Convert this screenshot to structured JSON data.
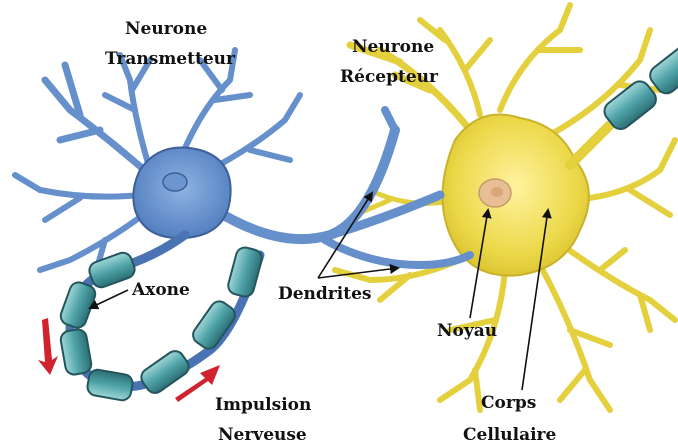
{
  "labels": {
    "transmitter_line1": "Neurone",
    "transmitter_line2": "Transmetteur",
    "receiver_line1": "Neurone",
    "receiver_line2": "Récepteur",
    "axon": "Axone",
    "dendrites": "Dendrites",
    "nucleus": "Noyau",
    "cell_body_line1": "Corps",
    "cell_body_line2": "Cellulaire",
    "impulse_line1": "Impulsion",
    "impulse_line2": "Nerveuse"
  },
  "colors": {
    "transmitter_neuron": "#5b86c4",
    "transmitter_outline": "#3e5f9a",
    "receiver_neuron": "#e8d640",
    "receiver_outline": "#b9a325",
    "myelin": "#4fa3a8",
    "myelin_outline": "#24555c",
    "impulse_arrow": "#d0232f",
    "nucleus": "#e6bf94"
  }
}
